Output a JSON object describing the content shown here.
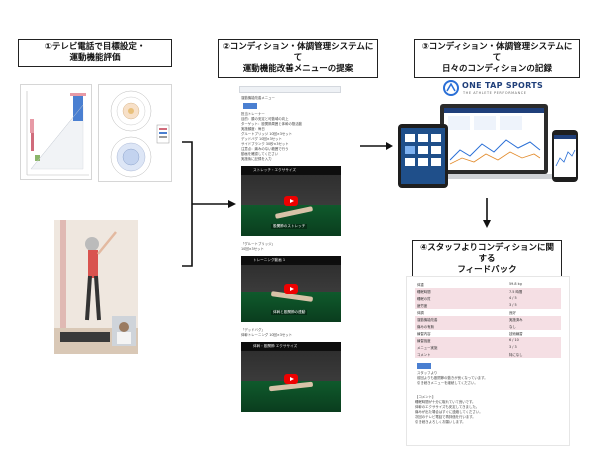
{
  "steps": {
    "s1": {
      "line1": "①テレビ電話で目標設定・",
      "line2": "運動機能評価"
    },
    "s2": {
      "line1": "②コンディション・体調管理システムにて",
      "line2": "運動機能改善メニューの提案"
    },
    "s3": {
      "line1": "③コンディション・体調管理システムにて",
      "line2": "日々のコンディションの記録"
    },
    "s4": {
      "line1": "④スタッフよりコンディションに関する",
      "line2": "フィードバック"
    }
  },
  "logo": {
    "name": "ONE TAP SPORTS",
    "tagline": "THE ATHLETE PERFORMANCE"
  },
  "menu_doc": {
    "lines": [
      "運動機能改善メニュー",
      "担当トレーナー",
      "目的：膝の安定と可動域の向上",
      "ターゲット：股関節周囲と体幹の筋活動",
      "実施頻度：毎日",
      "グルートブリッジ 10回×3セット",
      "デッドバグ 10回×3セット",
      "サイドプランク 30秒×3セット",
      "注意点：痛みのない範囲で行う",
      "動画を確認してください",
      "実施後に記録を入力"
    ],
    "v1_title": "ストレッチ・エクササイズ",
    "v1_caption": "股関節のストレッチ",
    "mid1": [
      "「グルートブリッジ」",
      "10回×3セット"
    ],
    "v2_title": "トレーニング動画 1",
    "v2_caption": "体幹と股関節の連動",
    "mid2": [
      "「デッドバグ」",
      "体幹トレーニング 10回×3セット"
    ],
    "v3_title": "体幹・股関節 エクササイズ"
  },
  "feedback_doc": {
    "rows": [
      {
        "label": "体重",
        "value": "59.8 kg"
      },
      {
        "label": "睡眠時間",
        "value": "7.5 時間"
      },
      {
        "label": "睡眠の質",
        "value": "4 / 5"
      },
      {
        "label": "疲労度",
        "value": "3 / 5"
      },
      {
        "label": "体調",
        "value": "良好"
      },
      {
        "label": "運動機能改善",
        "value": "実施済み"
      },
      {
        "label": "痛みの有無",
        "value": "なし"
      },
      {
        "label": "練習内容",
        "value": "技術練習"
      },
      {
        "label": "練習強度",
        "value": "6 / 10"
      },
      {
        "label": "メニュー実施",
        "value": "3 / 3"
      },
      {
        "label": "コメント",
        "value": "特になし"
      }
    ],
    "notes": [
      "スタッフより",
      "前回よりも股関節の動きが良くなっています。",
      "引き続きメニューを継続してください。"
    ],
    "footer": [
      "【コメント】",
      "睡眠時間が十分に取れていて良いです。",
      "体幹のエクササイズも安定してきました。",
      "痛みが出た場合はすぐに連絡してください。",
      "次回のテレビ電話で再評価を行います。",
      "引き続きよろしくお願いします。"
    ]
  }
}
